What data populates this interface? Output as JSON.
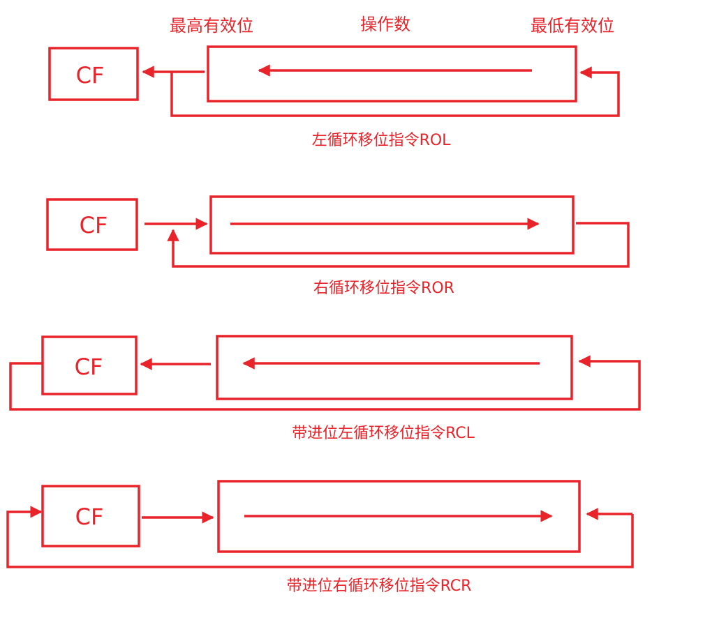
{
  "header": {
    "msb_label": "最高有效位",
    "operand_label": "操作数",
    "lsb_label": "最低有效位"
  },
  "diagrams": [
    {
      "id": "rol",
      "cf_label": "CF",
      "caption": "左循环移位指令ROL"
    },
    {
      "id": "ror",
      "cf_label": "CF",
      "caption": "右循环移位指令ROR"
    },
    {
      "id": "rcl",
      "cf_label": "CF",
      "caption": "带进位左循环移位指令RCL"
    },
    {
      "id": "rcr",
      "cf_label": "CF",
      "caption": "带进位右循环移位指令RCR"
    }
  ],
  "colors": {
    "stroke": "#e8232a",
    "background": "#ffffff"
  }
}
